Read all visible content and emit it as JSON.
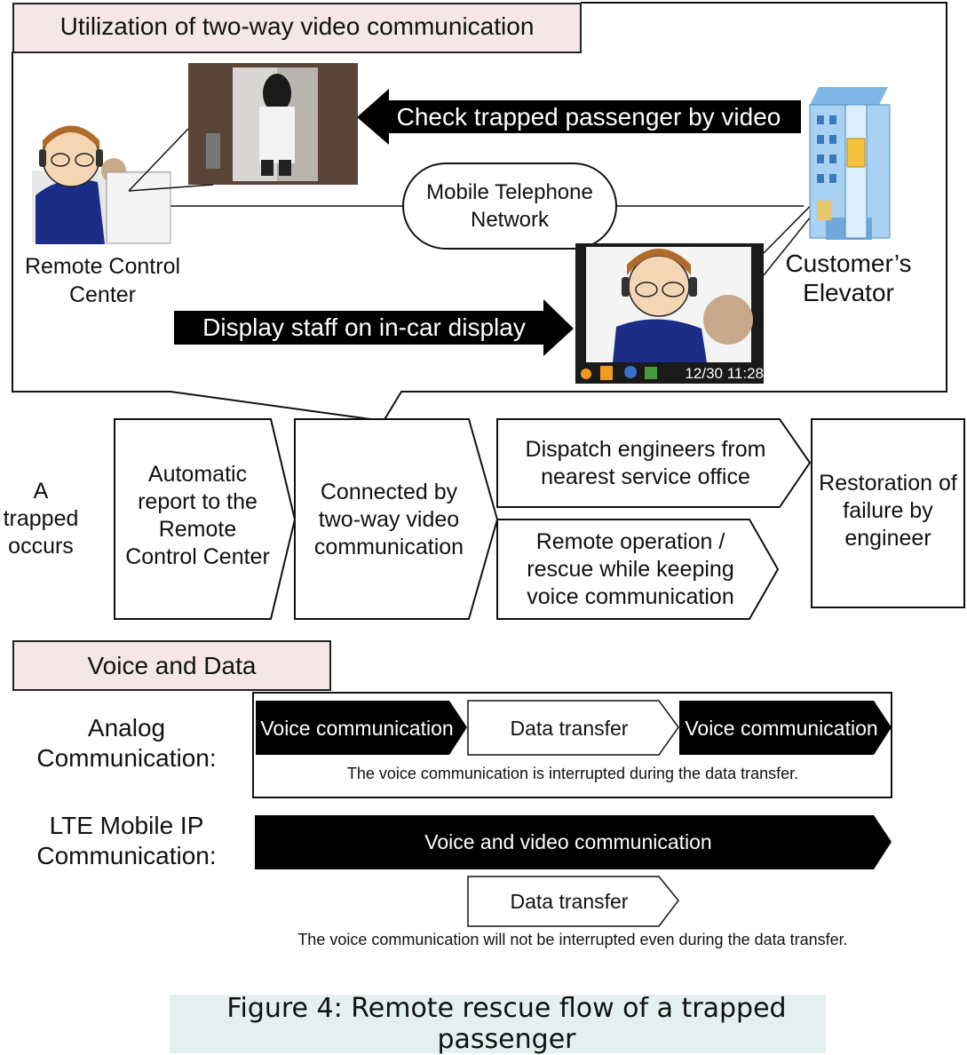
{
  "section1": {
    "title": "Utilization of two-way video communication",
    "check_label": "Check trapped passenger by video",
    "display_label": "Display staff on in-car display",
    "network_label": "Mobile Telephone Network",
    "remote_center_label": "Remote Control Center",
    "customer_elevator_label": "Customer’s Elevator",
    "screen_status": "12/30 11:28"
  },
  "flow": {
    "start_text": "A trapped occurs",
    "step1": "Automatic report to the Remote Control Center",
    "step2": "Connected by two-way video communication",
    "step3a": "Dispatch engineers from nearest service office",
    "step3b": "Remote operation / rescue while keeping voice communication",
    "step4": "Restoration of failure by engineer"
  },
  "section2": {
    "title": "Voice and Data",
    "analog_label": "Analog Communication:",
    "analog_voice1": "Voice communication",
    "analog_data": "Data transfer",
    "analog_voice2": "Voice communication",
    "analog_note": "The voice communication is interrupted during the data transfer.",
    "lte_label": "LTE Mobile IP Communication:",
    "lte_voice": "Voice and video communication",
    "lte_data": "Data transfer",
    "lte_note": "The voice communication will not be interrupted even during the data transfer."
  },
  "caption": "Figure 4: Remote rescue flow of a trapped passenger",
  "colors": {
    "header_bg": "#f5e7e7",
    "caption_bg": "#e4f0ef",
    "arrow_fill": "#000000"
  }
}
